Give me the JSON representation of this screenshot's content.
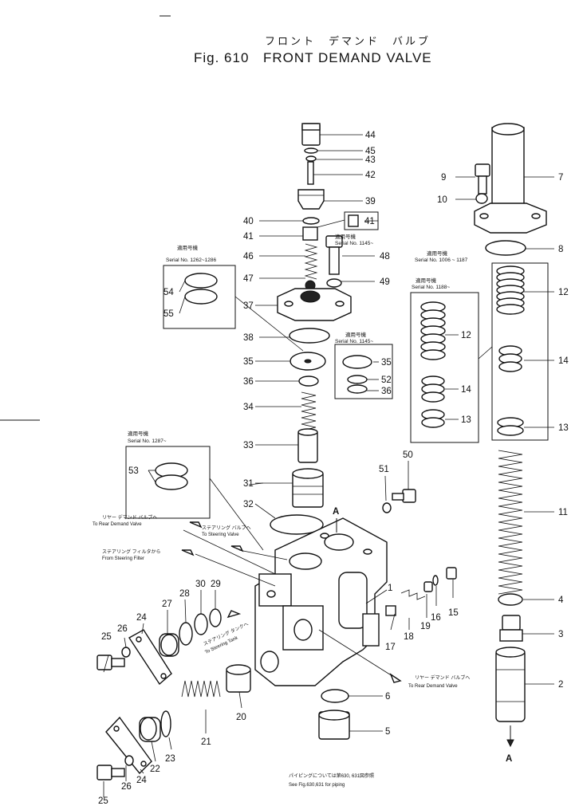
{
  "title": {
    "japanese": "フロント　デマンド　バルブ",
    "figure": "Fig. 610",
    "name": "FRONT DEMAND VALVE"
  },
  "serial_notes": [
    {
      "id": "s1268",
      "jp": "適用号機",
      "en": "Serial No. 1262~1286"
    },
    {
      "id": "s1145a",
      "jp": "適用号機",
      "en": "Serial No. 1145~"
    },
    {
      "id": "s1145b",
      "jp": "適用号機",
      "en": "Serial No. 1145~"
    },
    {
      "id": "s1006",
      "jp": "適用号機",
      "en": "Serial No. 1006 ~ 1187"
    },
    {
      "id": "s1188",
      "jp": "適用号機",
      "en": "Serial No. 1188~"
    },
    {
      "id": "s1287",
      "jp": "適用号機",
      "en": "Serial No. 1287~"
    }
  ],
  "flow_notes": [
    {
      "id": "rear1",
      "jp": "リヤー デマンド バルブへ",
      "en": "To Rear Demand Valve"
    },
    {
      "id": "steer",
      "jp": "ステアリング バルブへ",
      "en": "To Steering Valve"
    },
    {
      "id": "filter",
      "jp": "ステアリング フィルタから",
      "en": "From Steering Filter"
    },
    {
      "id": "tank",
      "jp": "ステアリング タンクへ",
      "en": "To Steering Tank"
    },
    {
      "id": "rear2",
      "jp": "リヤー デマンド バルブへ",
      "en": "To Rear Demand Valve"
    }
  ],
  "piping_note": {
    "jp": "パイピングについては第630, 631図参照",
    "en": "See Fig.630,631 for piping"
  },
  "section_marks": [
    "A",
    "A"
  ],
  "part_numbers": [
    "1",
    "2",
    "3",
    "4",
    "5",
    "6",
    "7",
    "8",
    "9",
    "10",
    "11",
    "12",
    "13",
    "14",
    "15",
    "16",
    "17",
    "18",
    "19",
    "20",
    "21",
    "22",
    "23",
    "24",
    "25",
    "26",
    "27",
    "28",
    "29",
    "30",
    "31",
    "32",
    "33",
    "34",
    "35",
    "36",
    "37",
    "38",
    "39",
    "40",
    "41",
    "42",
    "43",
    "44",
    "45",
    "46",
    "47",
    "48",
    "49",
    "50",
    "51",
    "52",
    "53",
    "54",
    "55"
  ],
  "group_labels": [
    "12",
    "14",
    "13",
    "12",
    "14",
    "13",
    "35",
    "52",
    "36",
    "41",
    "53",
    "54",
    "55",
    "24",
    "25",
    "26"
  ]
}
